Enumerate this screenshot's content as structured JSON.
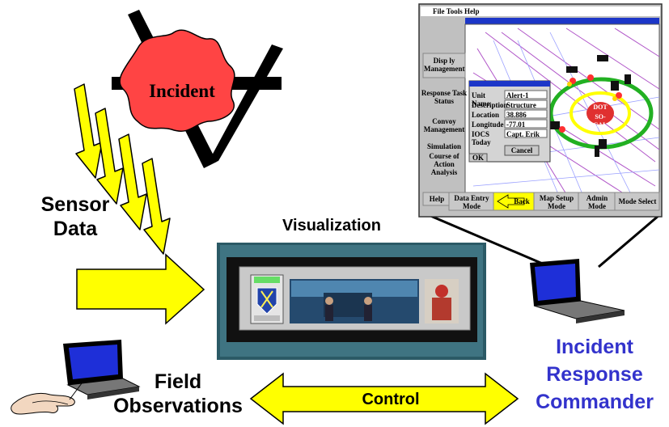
{
  "incident": {
    "label": "Incident"
  },
  "sensor": {
    "line1": "Sensor",
    "line2": "Data"
  },
  "visualization": {
    "label": "Visualization"
  },
  "field": {
    "line1": "Field",
    "line2": "Observations"
  },
  "commander": {
    "line1": "Incident",
    "line2": "Response",
    "line3": "Commander"
  },
  "control": {
    "label": "Control"
  },
  "gui": {
    "menu": "File Tools Help",
    "left_buttons": [
      "Display Management",
      "Response Task Status",
      "Convoy Management",
      "Simulation",
      "Course of Action Analysis"
    ],
    "left_buttons_short": [
      "Disp ly Management",
      "Response Task Status",
      "Convoy Management",
      "Simulation",
      "Course of Action Analysis"
    ],
    "help": "Help",
    "bottom_buttons": [
      "Data Entry Mode",
      "Back",
      "Map Setup Mode",
      "Admin Mode",
      "Mode Select"
    ],
    "dialog_fields": [
      "Unit Name",
      "Description",
      "Location",
      "Longitude",
      "IOCS",
      "Today"
    ],
    "dialog_values": [
      "Alert-1",
      "Structure",
      "38.886",
      "-77.01",
      "Capt. Erik"
    ],
    "dialog_buttons": [
      "Cancel",
      "OK"
    ],
    "target_text": [
      "DOT",
      "SO-CAL"
    ]
  },
  "colors": {
    "arrow_yellow": "#ffff00",
    "incident_red": "#ff4444",
    "commander_blue": "#3333cc",
    "screen_teal": "#2b5a66"
  }
}
